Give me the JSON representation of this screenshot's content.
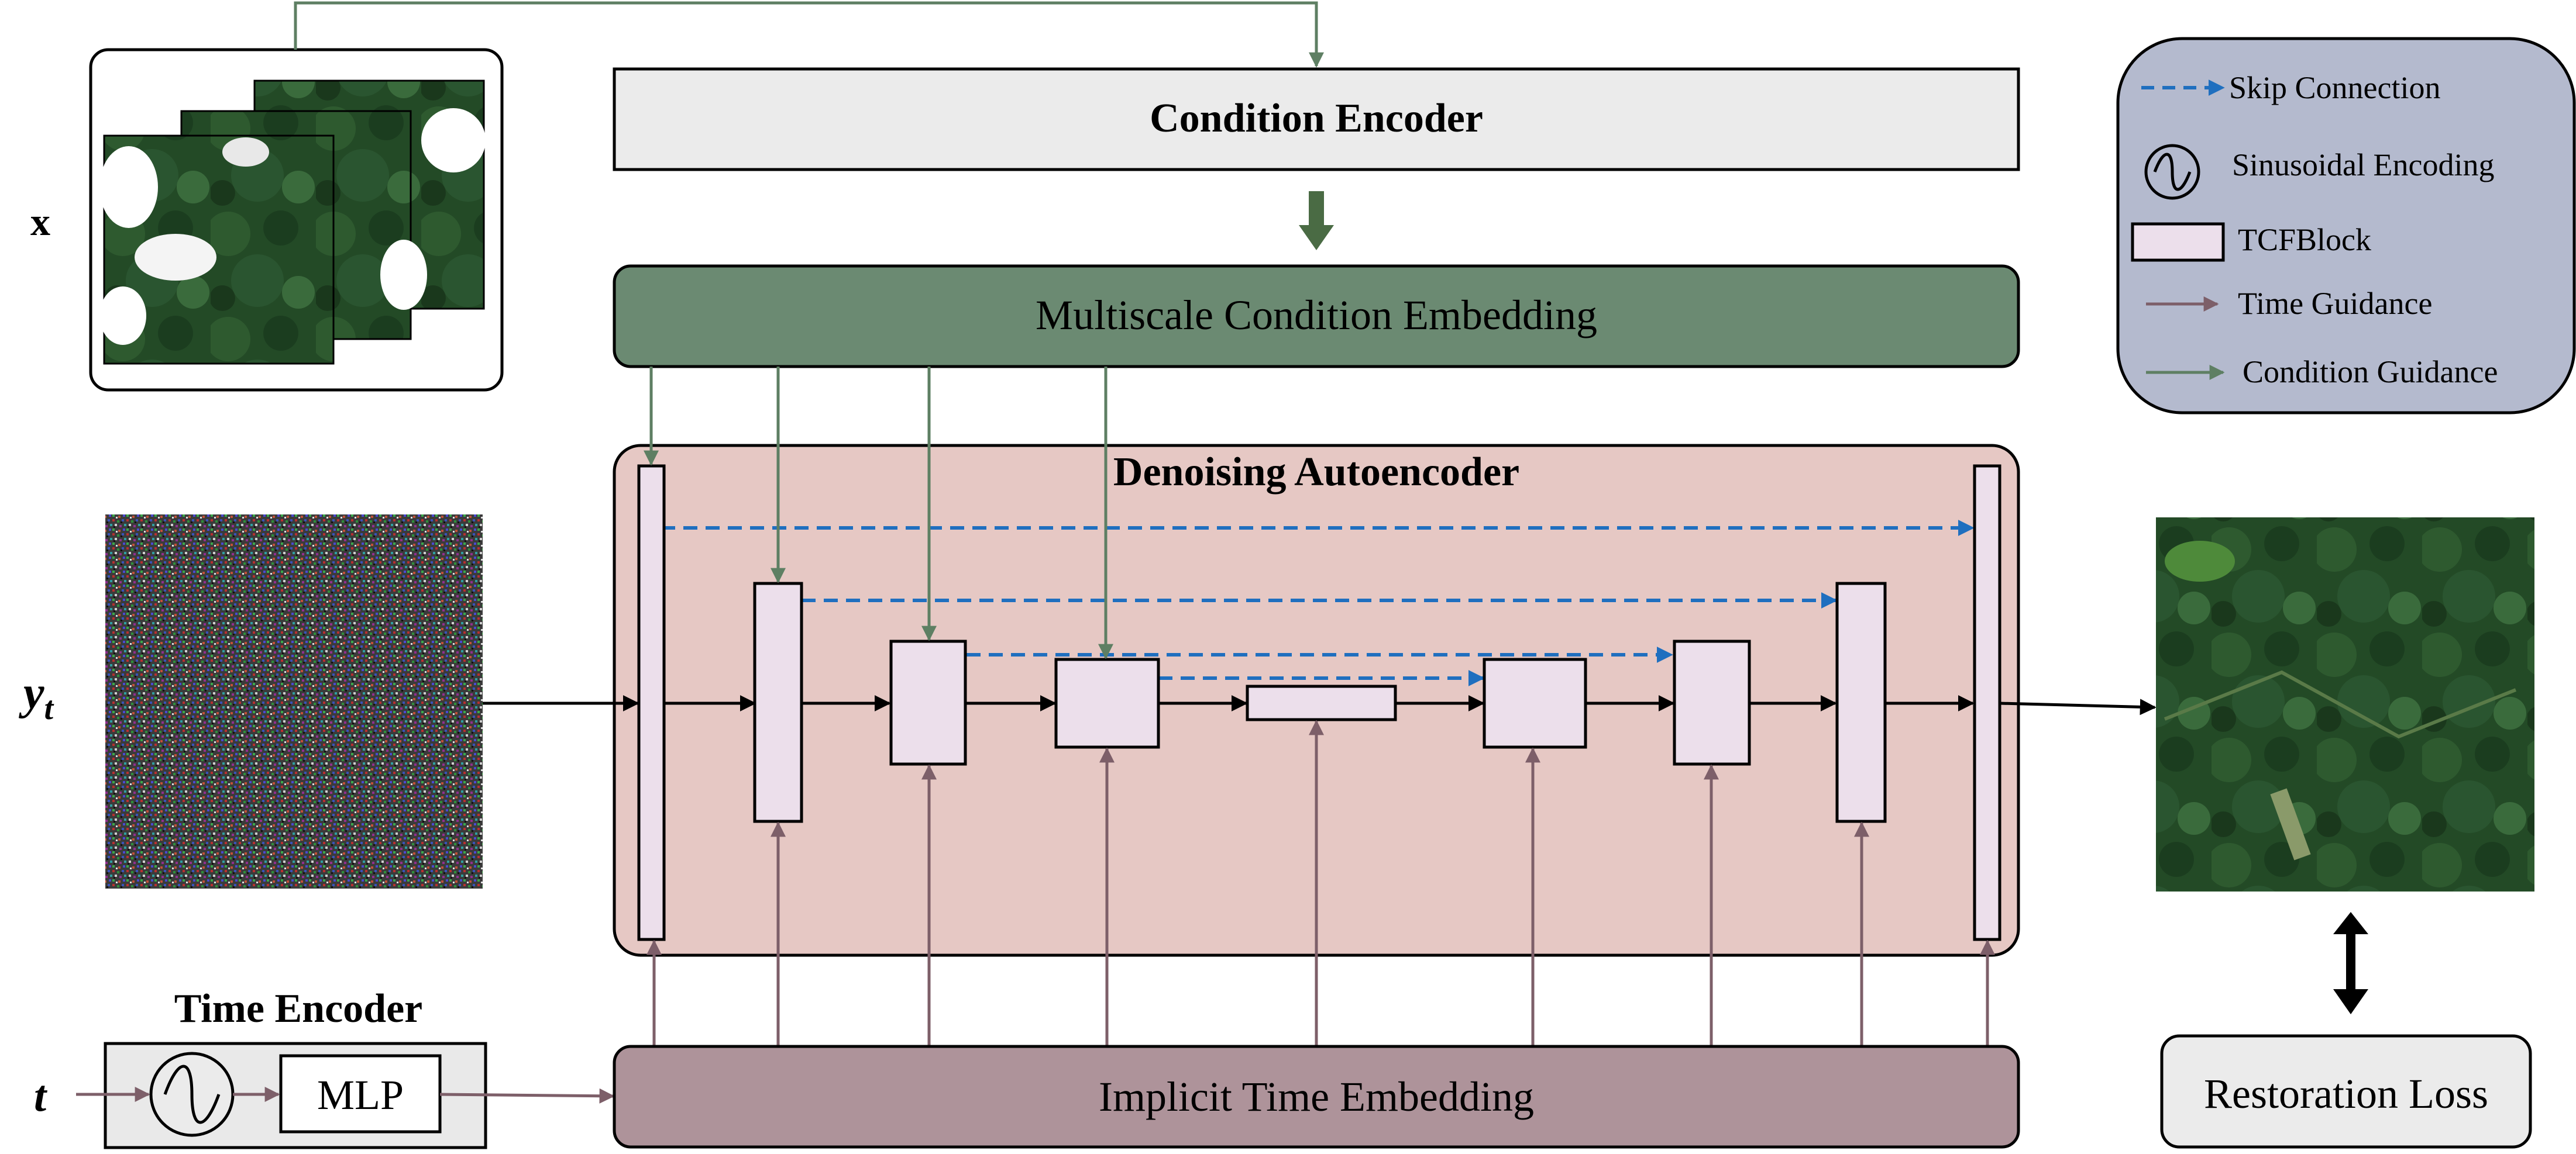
{
  "labels": {
    "x": "x",
    "y_main": "y",
    "y_sub": "t",
    "t": "t"
  },
  "blocks": {
    "condition_encoder": "Condition Encoder",
    "condition_embedding": "Multiscale Condition Embedding",
    "autoencoder_title": "Denoising Autoencoder",
    "time_encoder_title": "Time Encoder",
    "mlp": "MLP",
    "time_embedding": "Implicit Time Embedding",
    "restoration_loss": "Restoration Loss"
  },
  "legend": {
    "items": [
      {
        "label": "Skip Connection",
        "icon": "skip-arrow-icon"
      },
      {
        "label": "Sinusoidal Encoding",
        "icon": "sine-wave-icon"
      },
      {
        "label": "TCFBlock",
        "icon": "tcf-block-icon"
      },
      {
        "label": "Time Guidance",
        "icon": "time-arrow-icon"
      },
      {
        "label": "Condition Guidance",
        "icon": "condition-arrow-icon"
      }
    ]
  },
  "colors": {
    "skip": "#1f6fbf",
    "condition": "#5e7f63",
    "time": "#7d5f69",
    "condition_embedding_fill": "#6b8a72",
    "autoencoder_fill": "#e6c8c4",
    "time_embedding_fill": "#ae939a",
    "tcf_fill": "#ecdfeb",
    "legend_fill": "#b4bace",
    "encoder_fill": "#ebebeb"
  }
}
